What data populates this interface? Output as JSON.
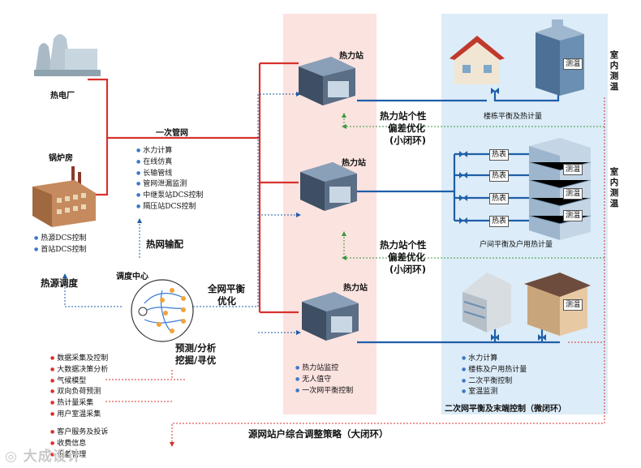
{
  "sources": {
    "power_plant": "热电厂",
    "boiler_room": "锅炉房",
    "source_list": [
      "热源DCS控制",
      "首站DCS控制"
    ],
    "source_dispatch": "热源调度"
  },
  "primary_network": {
    "label": "一次管网",
    "functions": [
      "水力计算",
      "在线仿真",
      "长输管线",
      "管网泄漏监测",
      "中继泵站DCS控制",
      "隔压站DCS控制"
    ],
    "heat_distribution": "热网输配"
  },
  "dispatch_center": {
    "label": "调度中心",
    "global_balance": [
      "全网平衡",
      "优化"
    ],
    "prediction": [
      "预测/分析",
      "挖掘/寻优"
    ],
    "data_list": [
      "数据采集及控制",
      "大数据决策分析",
      "气候模型",
      "双向负荷预测",
      "热计量采集",
      "用户室温采集"
    ],
    "service_list": [
      "客户服务及投诉",
      "收费信息",
      "设备管理"
    ]
  },
  "stations": {
    "station_label": "热力站",
    "personalized": [
      "热力站个性",
      "偏差优化",
      "(小闭环)"
    ],
    "station_list": [
      "热力站监控",
      "无人值守",
      "一次网平衡控制"
    ]
  },
  "end_users": {
    "building_balance": "楼栋平衡及热计量",
    "household_balance": "户间平衡及户用热计量",
    "meter_label": "测温",
    "heat_meter": "热表",
    "indoor_temp": "室内测温",
    "secondary_list": [
      "水力计算",
      "楼栋及户用热计量",
      "二次平衡控制",
      "室温监测"
    ],
    "secondary_control": "二次网平衡及末端控制（微闭环）"
  },
  "global_strategy": "源网站户综合调整策略（大闭环）",
  "watermark": "大成设计",
  "colors": {
    "primary": "#d6322c",
    "secondary": "#1f5ea8",
    "feedback": "#3a9a3a",
    "panel_pink": "#fbe3e0",
    "panel_blue": "#dcecf8"
  }
}
